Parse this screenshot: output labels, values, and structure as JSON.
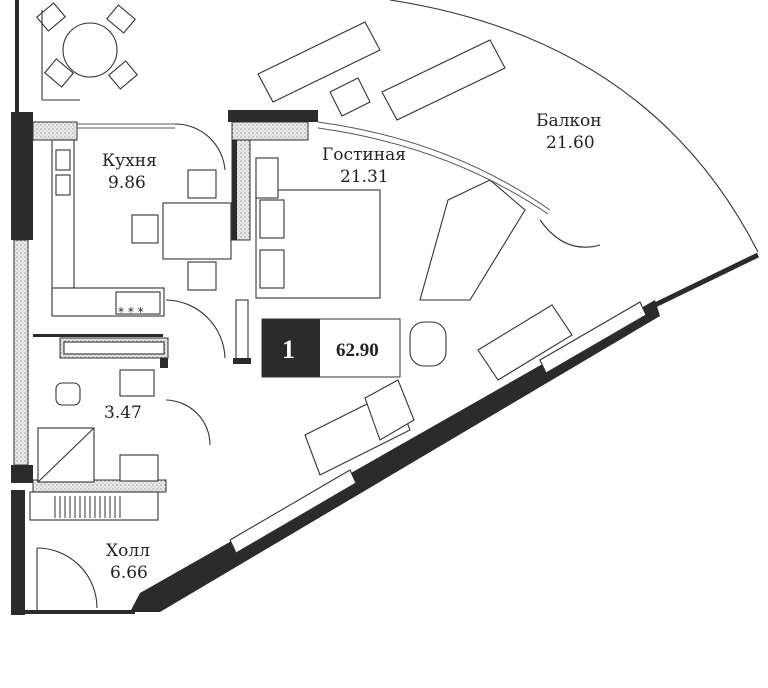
{
  "plan": {
    "rooms": [
      {
        "name": "Кухня",
        "area": "9.86"
      },
      {
        "name": "Гостиная",
        "area": "21.31"
      },
      {
        "name": "Балкон",
        "area": "21.60"
      },
      {
        "name": "",
        "area": "3.47"
      },
      {
        "name": "Холл",
        "area": "6.66"
      }
    ],
    "badge": {
      "rooms_count": "1",
      "total_area": "62.90"
    },
    "stove_marks": "* * *"
  }
}
